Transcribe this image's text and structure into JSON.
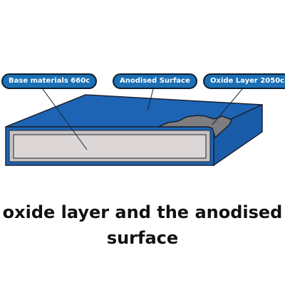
{
  "labels": {
    "base": "Base materials 660c",
    "anodised": "Anodised Surface",
    "oxide": "Oxide Layer 2050c"
  },
  "caption": "oxide layer and the anodised surface",
  "colors": {
    "anodised_blue": "#1e64b4",
    "label_blue": "#1b6fb5",
    "base_fill": "#ddd6d6",
    "oxide_gray": "#7d7c7e",
    "outline": "#1a2230"
  }
}
